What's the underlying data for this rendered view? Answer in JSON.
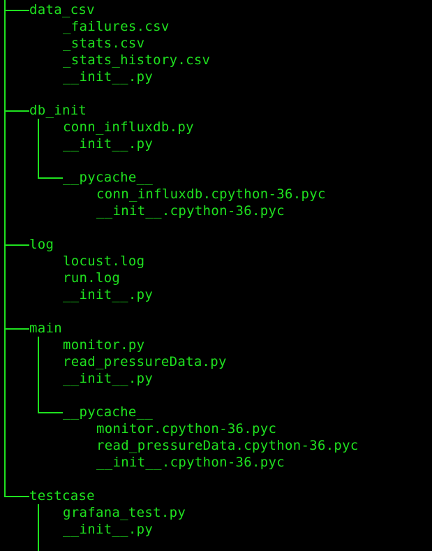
{
  "colors": {
    "background": "#000000",
    "text": "#1fe11f"
  },
  "tree": [
    {
      "name": "data_csv",
      "depth": 0
    },
    {
      "name": "_failures.csv",
      "depth": 1
    },
    {
      "name": "_stats.csv",
      "depth": 1
    },
    {
      "name": "_stats_history.csv",
      "depth": 1
    },
    {
      "name": "__init__.py",
      "depth": 1
    },
    {
      "name": "",
      "depth": 0
    },
    {
      "name": "db_init",
      "depth": 0
    },
    {
      "name": "conn_influxdb.py",
      "depth": 1
    },
    {
      "name": "__init__.py",
      "depth": 1
    },
    {
      "name": "",
      "depth": 0
    },
    {
      "name": "__pycache__",
      "depth": 1
    },
    {
      "name": "conn_influxdb.cpython-36.pyc",
      "depth": 2
    },
    {
      "name": "__init__.cpython-36.pyc",
      "depth": 2
    },
    {
      "name": "",
      "depth": 0
    },
    {
      "name": "log",
      "depth": 0
    },
    {
      "name": "locust.log",
      "depth": 1
    },
    {
      "name": "run.log",
      "depth": 1
    },
    {
      "name": "__init__.py",
      "depth": 1
    },
    {
      "name": "",
      "depth": 0
    },
    {
      "name": "main",
      "depth": 0
    },
    {
      "name": "monitor.py",
      "depth": 1
    },
    {
      "name": "read_pressureData.py",
      "depth": 1
    },
    {
      "name": "__init__.py",
      "depth": 1
    },
    {
      "name": "",
      "depth": 0
    },
    {
      "name": "__pycache__",
      "depth": 1
    },
    {
      "name": "monitor.cpython-36.pyc",
      "depth": 2
    },
    {
      "name": "read_pressureData.cpython-36.pyc",
      "depth": 2
    },
    {
      "name": "__init__.cpython-36.pyc",
      "depth": 2
    },
    {
      "name": "",
      "depth": 0
    },
    {
      "name": "testcase",
      "depth": 0
    },
    {
      "name": "grafana_test.py",
      "depth": 1
    },
    {
      "name": "__init__.py",
      "depth": 1
    }
  ]
}
